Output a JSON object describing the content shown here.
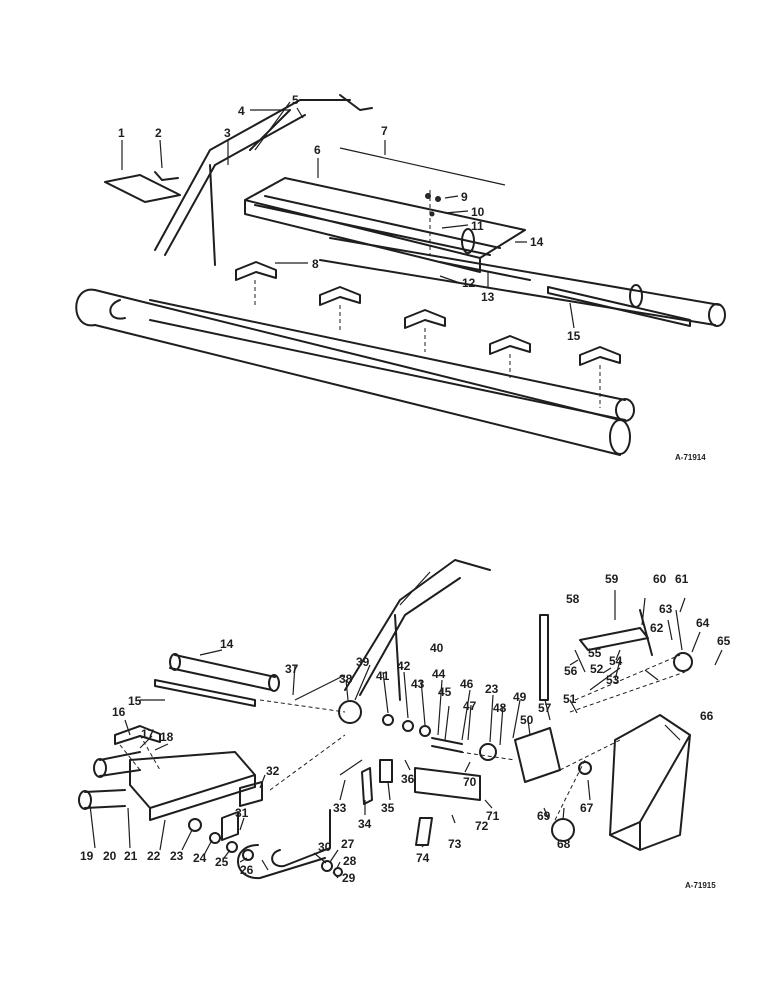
{
  "figures": [
    {
      "reference": "A-71914",
      "callouts": [
        "1",
        "2",
        "3",
        "4",
        "5",
        "6",
        "7",
        "8",
        "9",
        "10",
        "11",
        "12",
        "13",
        "14",
        "15"
      ]
    },
    {
      "reference": "A-71915",
      "callouts": [
        "14",
        "15",
        "16",
        "17",
        "18",
        "19",
        "20",
        "21",
        "22",
        "23",
        "24",
        "25",
        "26",
        "27",
        "28",
        "29",
        "30",
        "31",
        "32",
        "33",
        "34",
        "35",
        "36",
        "37",
        "38",
        "39",
        "40",
        "41",
        "42",
        "43",
        "44",
        "45",
        "46",
        "47",
        "48",
        "49",
        "50",
        "23",
        "51",
        "52",
        "53",
        "54",
        "55",
        "56",
        "57",
        "58",
        "59",
        "60",
        "61",
        "62",
        "63",
        "64",
        "65",
        "66",
        "67",
        "68",
        "69",
        "70",
        "71",
        "72",
        "73",
        "74"
      ]
    }
  ]
}
